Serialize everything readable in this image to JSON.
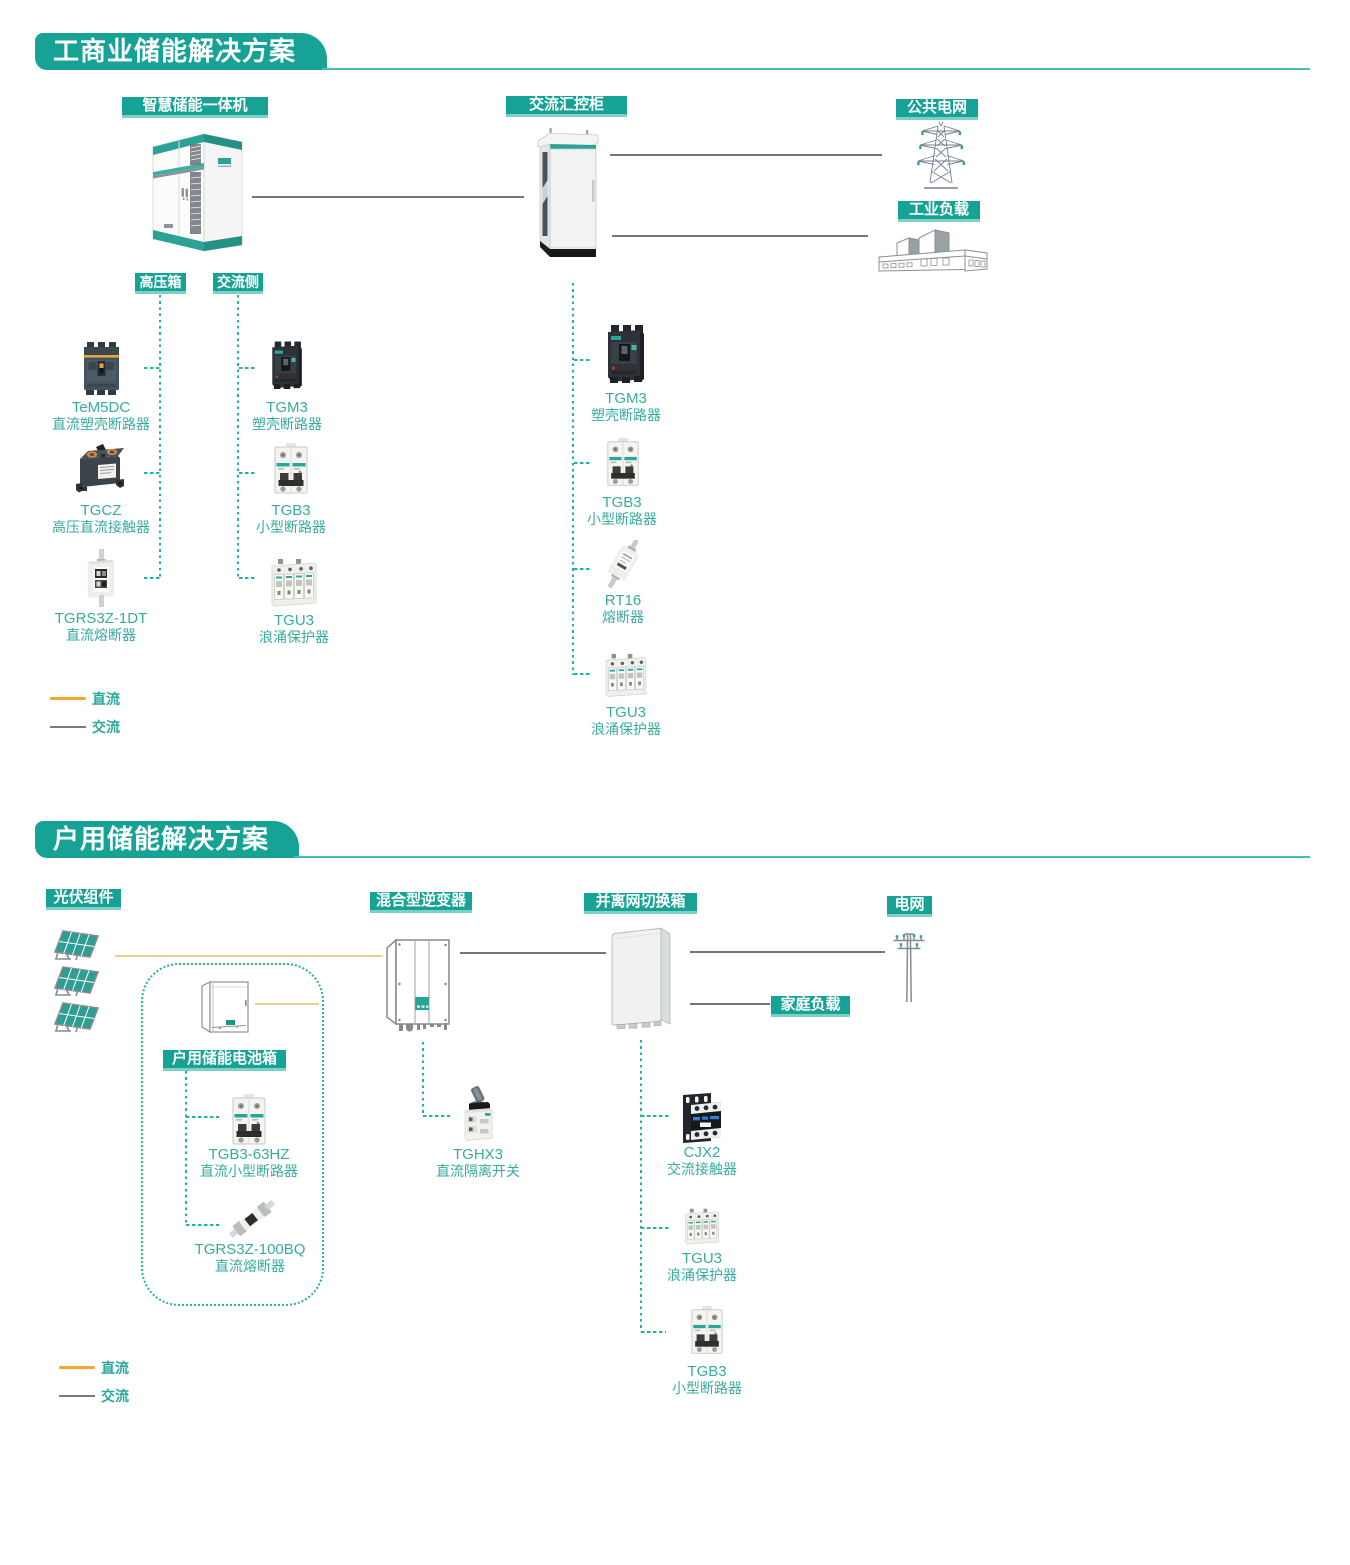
{
  "colors": {
    "teal": "#17a296",
    "teal_light_edge": "#7ecfc5",
    "teal_thin_line": "#49bfb2",
    "dotted_line": "#1fb3a3",
    "product_text": "#38aba0",
    "dc_orange": "#f6a62f",
    "dc_orange_line": "#f7c78d",
    "ac_gray": "#757575"
  },
  "section1": {
    "banner": "工商业储能解决方案",
    "labels": {
      "ess": "智慧储能一体机",
      "ac_cabinet": "交流汇控柜",
      "public_grid": "公共电网",
      "industrial_load": "工业负载",
      "hv_box": "高压箱",
      "ac_side": "交流侧"
    },
    "products": [
      {
        "name": "TeM5DC",
        "desc": "直流塑壳断路器"
      },
      {
        "name": "TGCZ",
        "desc": "高压直流接触器"
      },
      {
        "name": "TGRS3Z-1DT",
        "desc": "直流熔断器"
      },
      {
        "name": "TGM3",
        "desc": "塑壳断路器"
      },
      {
        "name": "TGB3",
        "desc": "小型断路器"
      },
      {
        "name": "TGU3",
        "desc": "浪涌保护器"
      },
      {
        "name": "TGM3",
        "desc": "塑壳断路器"
      },
      {
        "name": "TGB3",
        "desc": "小型断路器"
      },
      {
        "name": "RT16",
        "desc": "熔断器"
      },
      {
        "name": "TGU3",
        "desc": "浪涌保护器"
      }
    ],
    "legend": {
      "dc": "直流",
      "ac": "交流"
    }
  },
  "section2": {
    "banner": "户用储能解决方案",
    "labels": {
      "pv": "光伏组件",
      "inverter": "混合型逆变器",
      "switch_box": "并离网切换箱",
      "grid": "电网",
      "home_load": "家庭负载",
      "battery_box": "户用储能电池箱"
    },
    "products": [
      {
        "name": "TGB3-63HZ",
        "desc": "直流小型断路器"
      },
      {
        "name": "TGRS3Z-100BQ",
        "desc": "直流熔断器"
      },
      {
        "name": "TGHX3",
        "desc": "直流隔离开关"
      },
      {
        "name": "CJX2",
        "desc": "交流接触器"
      },
      {
        "name": "TGU3",
        "desc": "浪涌保护器"
      },
      {
        "name": "TGB3",
        "desc": "小型断路器"
      }
    ],
    "legend": {
      "dc": "直流",
      "ac": "交流"
    }
  }
}
